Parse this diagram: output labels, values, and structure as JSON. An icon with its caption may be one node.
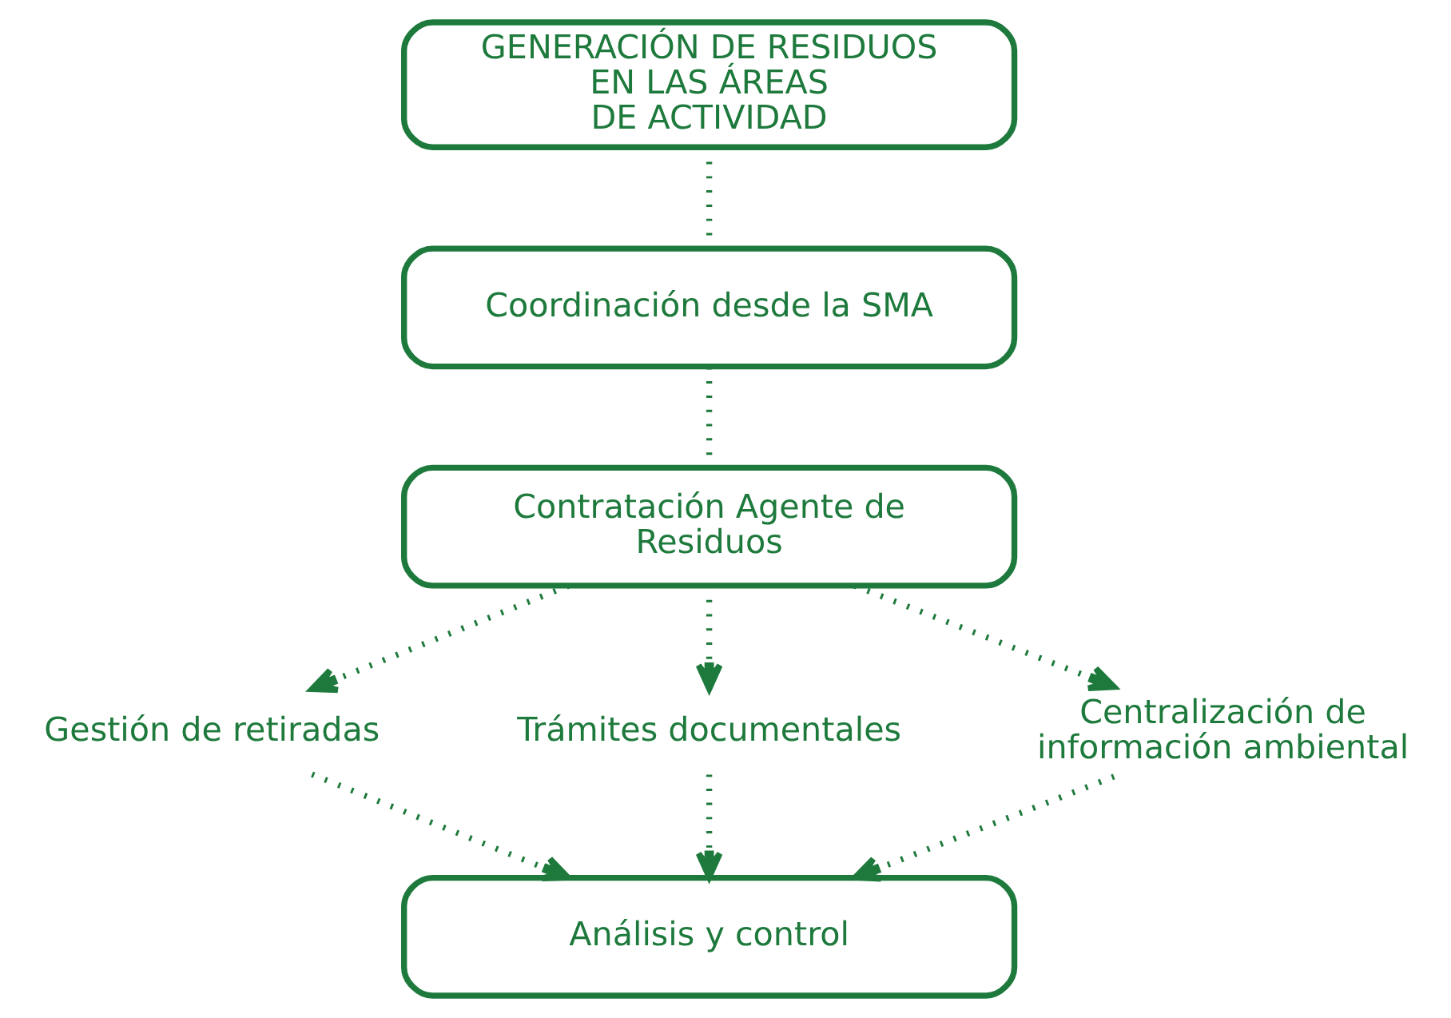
{
  "diagram": {
    "nodes": [
      {
        "text": [
          "GENERACIÓN DE RESIDUOS EN LAS ÁREAS DE ACTIVIDAD"
        ]
      },
      {
        "text": [
          "Coordinación desde la SMA"
        ]
      },
      {
        "text": [
          "Contratación Agente de Residuos"
        ]
      },
      {
        "text": [
          "Gestión de retiradas"
        ]
      },
      {
        "text": [
          "Trámites documentales"
        ]
      },
      {
        "text": [
          "Centralización de información ambiental"
        ]
      },
      {
        "text": [
          "Análisis y control"
        ]
      }
    ],
    "edges": [
      {
        "from": 0,
        "to": 1,
        "arrow": "none"
      },
      {
        "from": 1,
        "to": 2,
        "arrow": "none"
      },
      {
        "from": 2,
        "to": 3,
        "arrow": "to"
      },
      {
        "from": 2,
        "to": 4,
        "arrow": "to"
      },
      {
        "from": 2,
        "to": 5,
        "arrow": "to"
      },
      {
        "from": 3,
        "to": 6,
        "arrow": "to"
      },
      {
        "from": 4,
        "to": 6,
        "arrow": "to"
      },
      {
        "from": 5,
        "to": 6,
        "arrow": "to"
      }
    ]
  }
}
